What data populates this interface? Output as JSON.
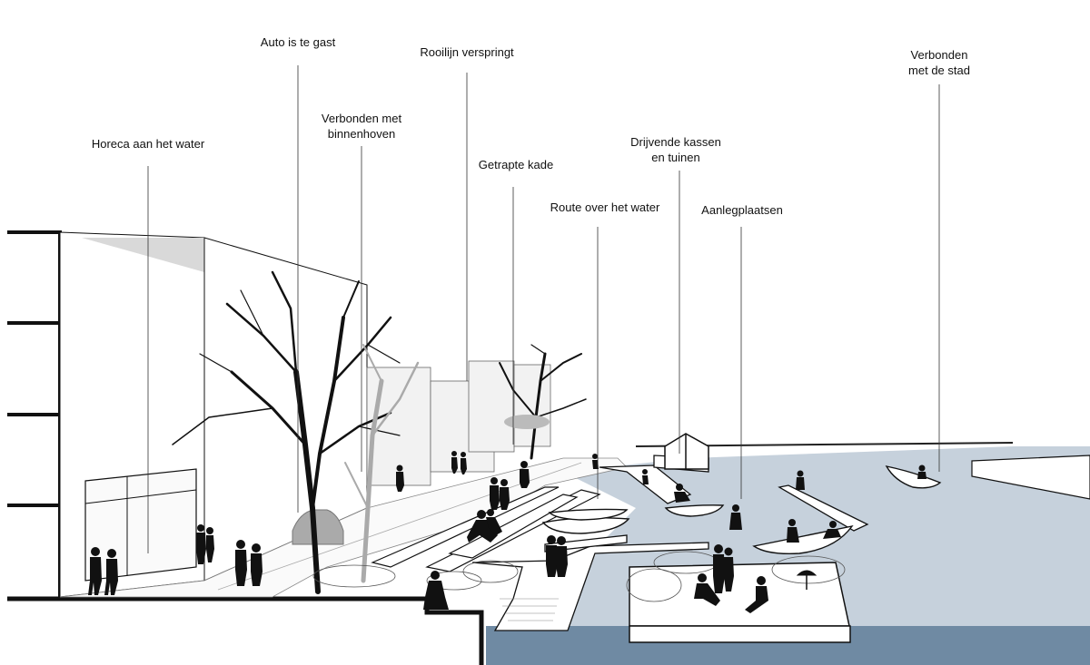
{
  "labels": {
    "horeca": "Horeca aan het water",
    "auto": "Auto is te gast",
    "binnenhoven_1": "Verbonden met",
    "binnenhoven_2": "binnenhoven",
    "rooilijn": "Rooilijn verspringt",
    "getrapte_kade": "Getrapte kade",
    "route_water": "Route over het water",
    "kassen_1": "Drijvende kassen",
    "kassen_2": "en tuinen",
    "aanleg": "Aanlegplaatsen",
    "stad_1": "Verbonden",
    "stad_2": "met de stad"
  },
  "colors": {
    "water": "#c6d1dc",
    "water_deep": "#6f8aa3",
    "ink": "#111111",
    "wall": "#ffffff",
    "shade": "#d9d9d9"
  }
}
